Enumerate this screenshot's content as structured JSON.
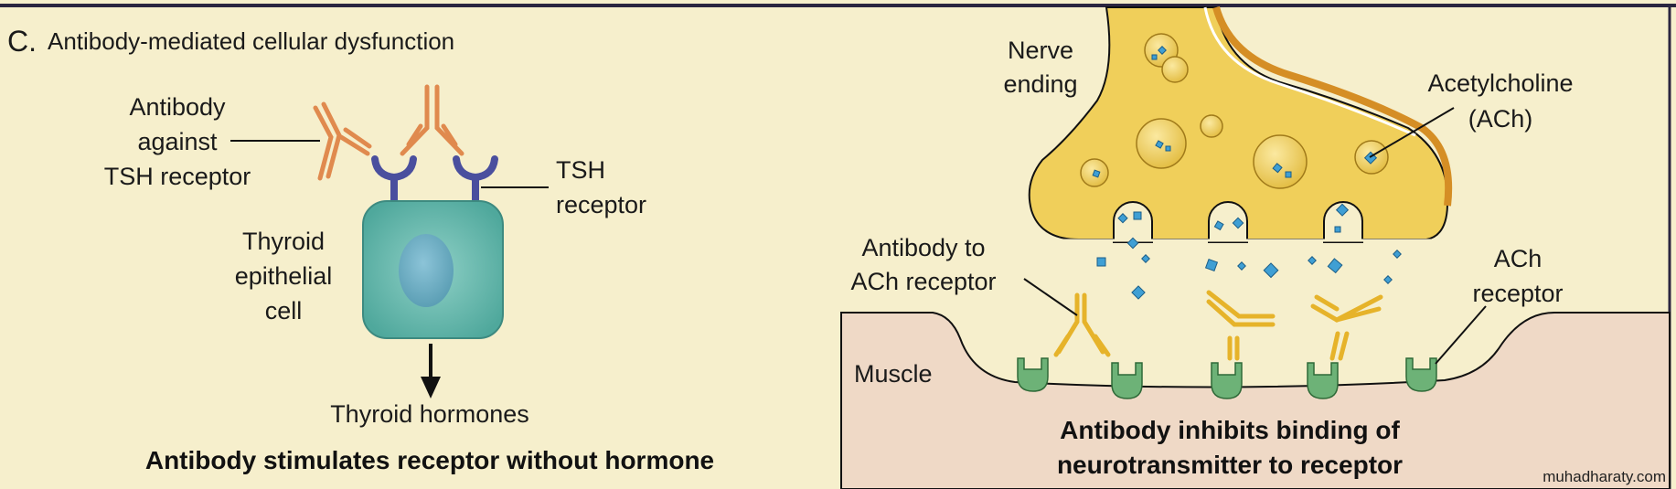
{
  "left_panel": {
    "title_letter": "C.",
    "title": "Antibody-mediated cellular dysfunction",
    "antibody_label": [
      "Antibody",
      "against",
      "TSH receptor"
    ],
    "receptor_label": [
      "TSH",
      "receptor"
    ],
    "cell_label": [
      "Thyroid",
      "epithelial",
      "cell"
    ],
    "output_label": "Thyroid hormones",
    "caption": "Antibody stimulates receptor without hormone"
  },
  "right_panel": {
    "nerve_label": [
      "Nerve",
      "ending"
    ],
    "ach_label": [
      "Acetylcholine",
      "(ACh)"
    ],
    "antibody_label": [
      "Antibody to",
      "ACh receptor"
    ],
    "receptor_label": [
      "ACh",
      "receptor"
    ],
    "muscle_label": "Muscle",
    "caption": [
      "Antibody inhibits binding of",
      "neurotransmitter to receptor"
    ]
  },
  "watermark": "muhadharaty.com",
  "colors": {
    "background": "#f6efcc",
    "antibody_orange": "#e08a4e",
    "tsh_receptor": "#4a4f9e",
    "cell": "#6cbdb3",
    "nerve": "#f0cf5a",
    "muscle": "#efd9c6",
    "ach": "#3f9fd4",
    "ach_receptor": "#5aa86a",
    "antibody_yellow": "#e6b32a"
  }
}
